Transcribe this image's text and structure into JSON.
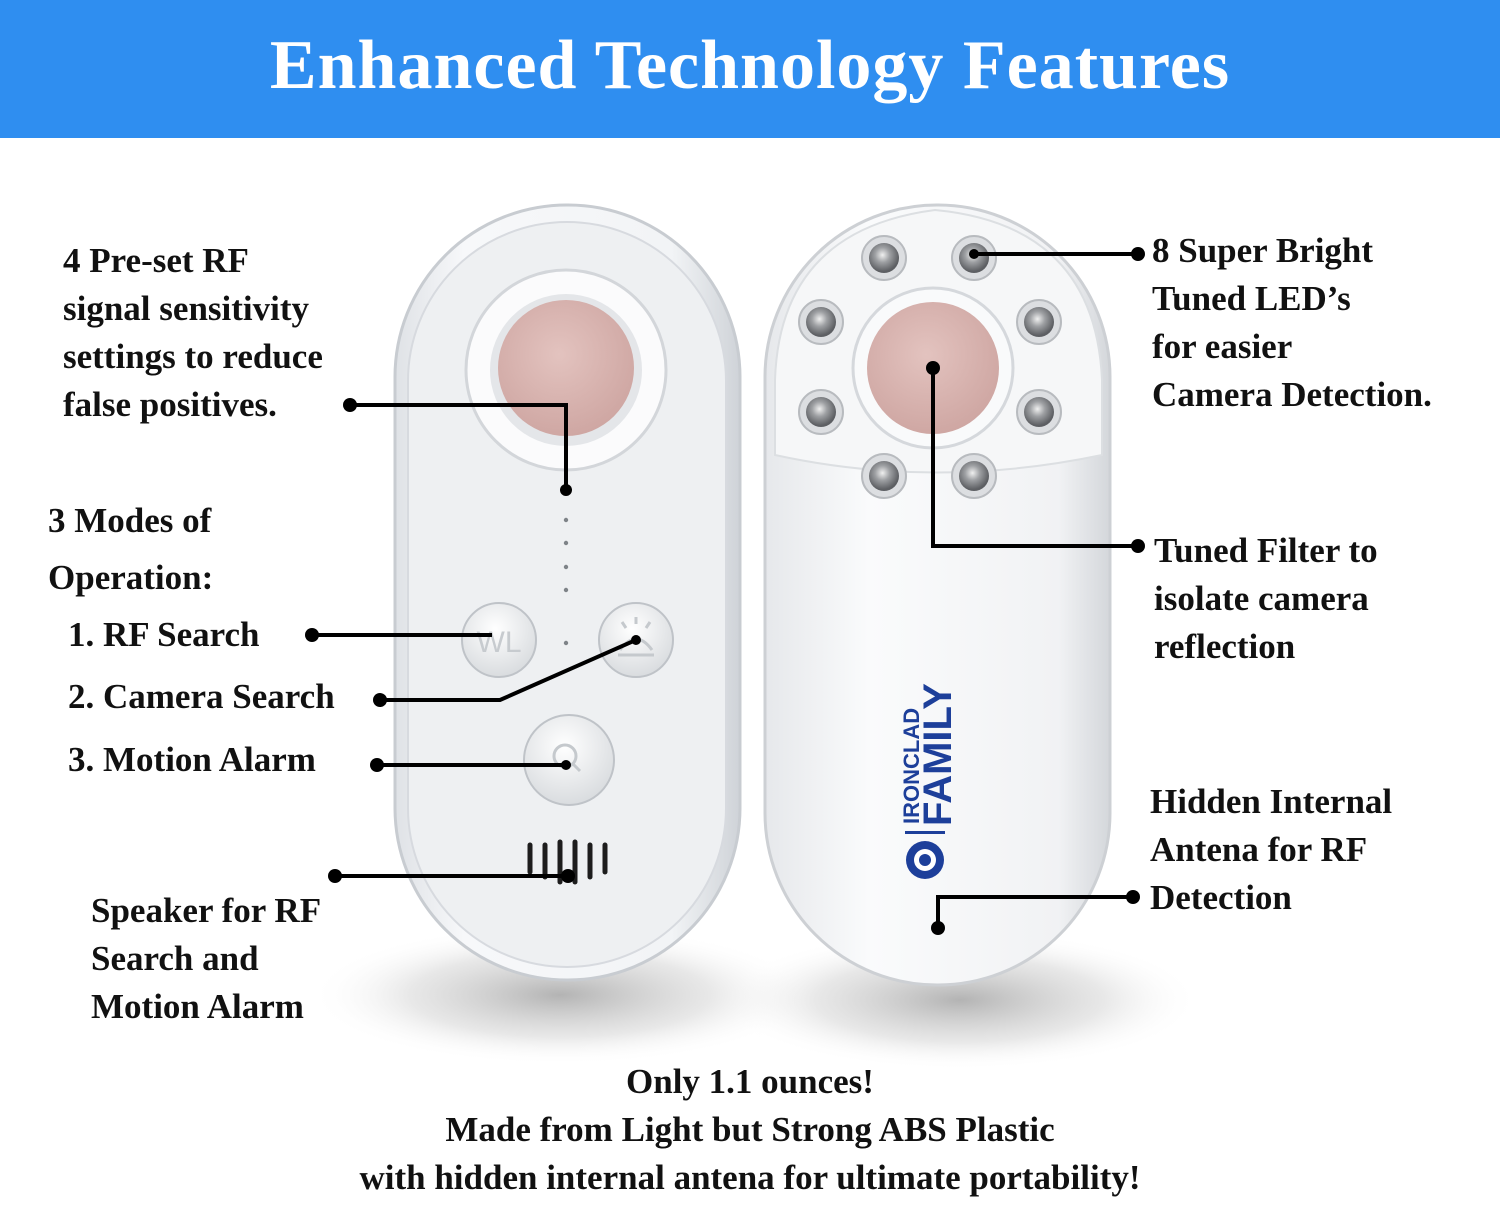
{
  "header": {
    "title": "Enhanced Technology Features"
  },
  "labels": {
    "rf_presets": [
      "4 Pre-set RF",
      "signal sensitivity",
      "settings to reduce",
      "false positives."
    ],
    "modes_title": [
      "3 Modes of",
      "Operation:"
    ],
    "mode_1": "1. RF Search",
    "mode_2": "2. Camera Search",
    "mode_3": "3. Motion Alarm",
    "speaker": [
      "Speaker for RF",
      "Search and",
      "Motion Alarm"
    ],
    "leds": [
      "8 Super Bright",
      "Tuned LED’s",
      "for easier",
      "Camera Detection."
    ],
    "filter": [
      "Tuned Filter to",
      "isolate camera",
      "reflection"
    ],
    "antenna": [
      "Hidden Internal",
      "Antena for RF",
      "Detection"
    ]
  },
  "device": {
    "button_wl": "WL",
    "brand_top": "IRONCLAD",
    "brand_bottom": "FAMILY"
  },
  "footer": [
    "Only 1.1 ounces!",
    "Made from Light but Strong ABS Plastic",
    "with hidden internal antena for ultimate portability!"
  ],
  "colors": {
    "banner": "#2f8ef0",
    "device_body": "#f4f5f7",
    "lens": "#d9b4b0",
    "brand": "#1d3f9a"
  }
}
